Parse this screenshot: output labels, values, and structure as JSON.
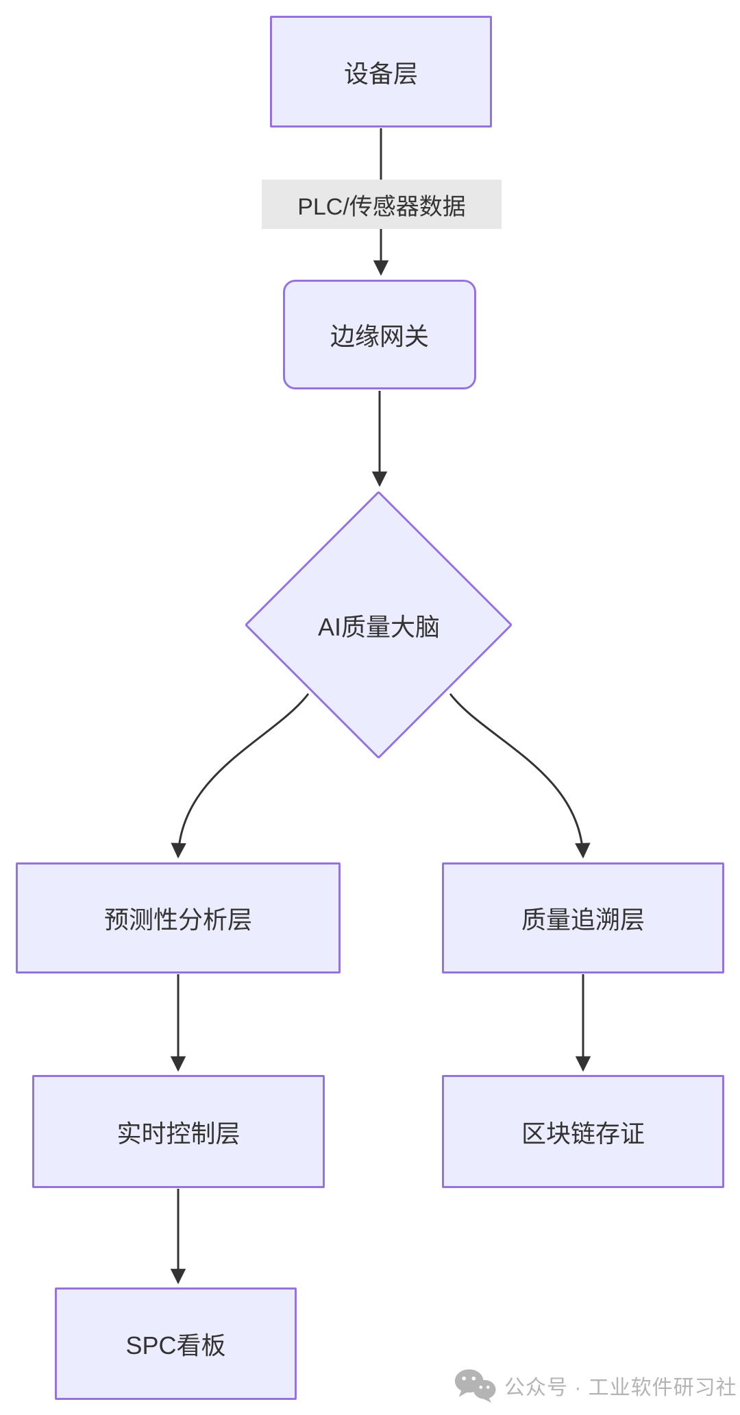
{
  "diagram": {
    "type": "flowchart",
    "direction": "top-down",
    "nodes": {
      "device": {
        "label": "设备层",
        "shape": "rectangle"
      },
      "gateway": {
        "label": "边缘网关",
        "shape": "rounded-rectangle"
      },
      "brain": {
        "label": "AI质量大脑",
        "shape": "diamond"
      },
      "predictive": {
        "label": "预测性分析层",
        "shape": "rectangle"
      },
      "trace": {
        "label": "质量追溯层",
        "shape": "rectangle"
      },
      "realtime": {
        "label": "实时控制层",
        "shape": "rectangle"
      },
      "blockchain": {
        "label": "区块链存证",
        "shape": "rectangle"
      },
      "spc": {
        "label": "SPC看板",
        "shape": "rectangle"
      }
    },
    "edges": [
      {
        "from": "device",
        "to": "gateway",
        "label": "PLC/传感器数据"
      },
      {
        "from": "gateway",
        "to": "brain",
        "label": ""
      },
      {
        "from": "brain",
        "to": "predictive",
        "label": ""
      },
      {
        "from": "brain",
        "to": "trace",
        "label": ""
      },
      {
        "from": "predictive",
        "to": "realtime",
        "label": ""
      },
      {
        "from": "trace",
        "to": "blockchain",
        "label": ""
      },
      {
        "from": "realtime",
        "to": "spc",
        "label": ""
      }
    ]
  },
  "watermark": {
    "icon": "wechat-icon",
    "text": "公众号 · 工业软件研习社"
  },
  "colors": {
    "canvas_bg": "#ffffff",
    "node_fill": "#ECECFF",
    "node_border": "#9673DB",
    "line": "#333333",
    "text": "#333333",
    "edge_label_bg": "#e8e8e8",
    "watermark": "#b4b4b4"
  }
}
